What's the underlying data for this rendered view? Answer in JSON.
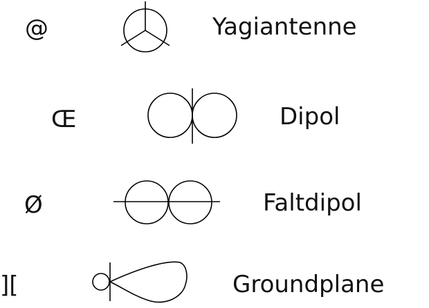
{
  "symbols": [
    {
      "code": "@",
      "name": "Yagiantenne",
      "icon": "yagi-antenna-icon"
    },
    {
      "code": "Œ",
      "name": "Dipol",
      "icon": "dipole-antenna-icon"
    },
    {
      "code": "Ø",
      "name": "Faltdipol",
      "icon": "folded-dipole-antenna-icon"
    },
    {
      "code": "][",
      "name": "Groundplane",
      "icon": "groundplane-antenna-icon"
    }
  ]
}
